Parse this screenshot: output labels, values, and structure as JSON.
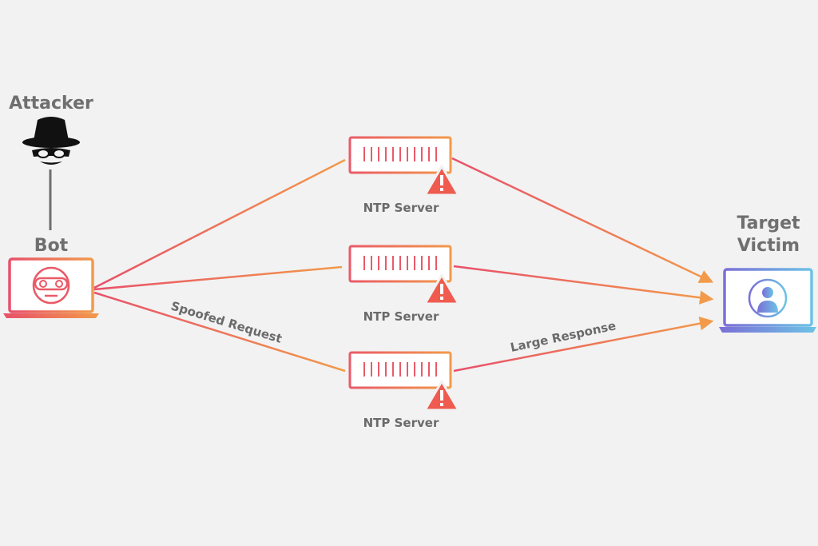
{
  "nodes": {
    "attacker": {
      "label": "Attacker",
      "icon": "spy-icon"
    },
    "bot": {
      "label": "Bot",
      "icon": "robot-laptop-icon"
    },
    "servers": [
      {
        "label": "NTP Server",
        "icon": "server-warning-icon"
      },
      {
        "label": "NTP Server",
        "icon": "server-warning-icon"
      },
      {
        "label": "NTP Server",
        "icon": "server-warning-icon"
      }
    ],
    "target": {
      "label_line1": "Target",
      "label_line2": "Victim",
      "icon": "user-laptop-icon"
    }
  },
  "edges": {
    "spoofed_label": "Spoofed Request",
    "response_label": "Large Response"
  },
  "colors": {
    "background": "#f2f2f2",
    "gradient_red": "#e8506a",
    "gradient_orange": "#f29a4a",
    "target_start": "#7b6fd6",
    "target_end": "#6cc3e6",
    "warning": "#ef5b4f",
    "label_gray": "#6f6f6f"
  }
}
